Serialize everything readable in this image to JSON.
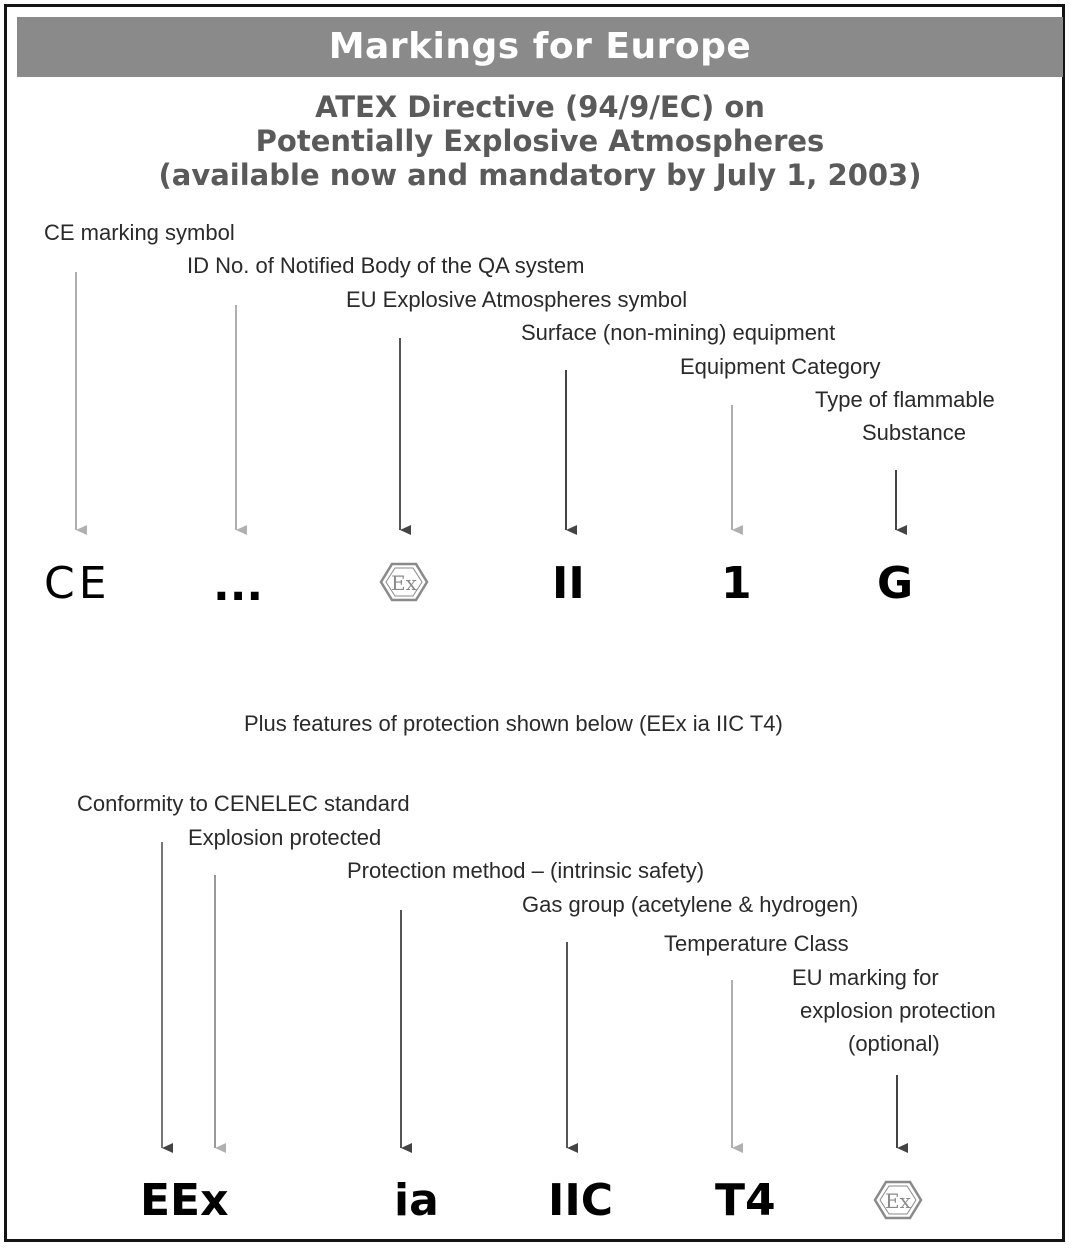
{
  "title": "Markings for Europe",
  "subtitle": {
    "line1": "ATEX Directive (94/9/EC) on",
    "line2": "Potentially Explosive Atmospheres",
    "line3": "(available now and mandatory by July 1, 2003)"
  },
  "atex": {
    "labels": {
      "ce": "CE marking symbol",
      "id": "ID No. of Notified Body of the QA system",
      "eu_symbol": "EU Explosive Atmospheres symbol",
      "surface": "Surface (non-mining) equipment",
      "category": "Equipment Category",
      "substance_1": "Type of flammable",
      "substance_2": "Substance"
    },
    "symbols": {
      "ce": "CE",
      "id": "...",
      "eu_symbol": "Ex",
      "surface": "II",
      "category": "1",
      "substance": "G"
    }
  },
  "plus_text": "Plus features of protection shown below (EEx  ia  IIC  T4)",
  "protection": {
    "labels": {
      "cenelec": "Conformity to CENELEC standard",
      "explosion": "Explosion protected",
      "method": "Protection method – (intrinsic safety)",
      "gas_group": "Gas group (acetylene & hydrogen)",
      "temperature": "Temperature Class",
      "eu_marking_1": "EU marking for",
      "eu_marking_2": "explosion protection",
      "eu_marking_3": "(optional)"
    },
    "symbols": {
      "eex": "EEx",
      "ia": "ia",
      "iic": "IIC",
      "t4": "T4",
      "ex": "Ex"
    }
  },
  "colors": {
    "header_bg": "#8a8a8a",
    "subtitle": "#5a5a5a",
    "arrow_dark": "#444444",
    "arrow_light": "#b0b0b0"
  }
}
